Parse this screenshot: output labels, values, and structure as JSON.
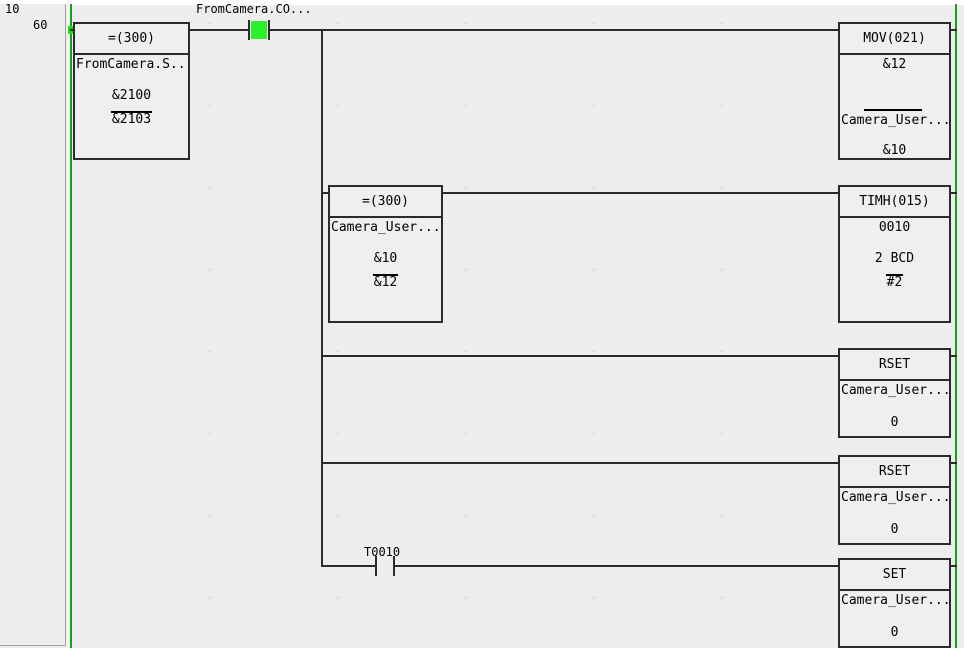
{
  "editor": {
    "rung_number": "10",
    "step_number": "60",
    "background_color": "#eeeeee",
    "rail_color": "#15a015",
    "wire_color": "#2b2b2b",
    "energized_color": "#2bf02b"
  },
  "contacts": [
    {
      "name": "contact-from-camera-co",
      "label": "FromCamera.CO...",
      "type": "normally-open",
      "energized": true
    },
    {
      "name": "contact-t0010",
      "label": "T0010",
      "type": "normally-open",
      "energized": false
    }
  ],
  "blocks": [
    {
      "name": "compare-from-camera-status",
      "header": "=(300)",
      "operands": [
        {
          "text": "FromCamera.S...",
          "align": "left",
          "overline": false
        },
        {
          "text": "&2100",
          "align": "center",
          "overline": false
        },
        {
          "text": "&2103",
          "align": "center",
          "overline": true
        }
      ]
    },
    {
      "name": "move-instruction",
      "header": "MOV(021)",
      "operands": [
        {
          "text": "&12",
          "align": "center",
          "overline": false
        },
        {
          "text": "Camera_User....",
          "align": "left",
          "overline": true
        },
        {
          "text": "&10",
          "align": "center",
          "overline": false
        }
      ]
    },
    {
      "name": "compare-camera-user",
      "header": "=(300)",
      "operands": [
        {
          "text": "Camera_User....",
          "align": "left",
          "overline": false
        },
        {
          "text": "&10",
          "align": "center",
          "overline": false
        },
        {
          "text": "&12",
          "align": "center",
          "overline": true
        }
      ]
    },
    {
      "name": "timer-high-speed",
      "header": "TIMH(015)",
      "operands": [
        {
          "text": "0010",
          "align": "center",
          "overline": false
        },
        {
          "text": "2 BCD",
          "align": "center",
          "overline": false
        },
        {
          "text": "#2",
          "align": "center",
          "overline": true
        }
      ]
    },
    {
      "name": "reset-instruction-1",
      "header": "RSET",
      "operands": [
        {
          "text": "Camera_User....",
          "align": "left",
          "overline": false
        },
        {
          "text": "0",
          "align": "center",
          "overline": false
        }
      ]
    },
    {
      "name": "reset-instruction-2",
      "header": "RSET",
      "operands": [
        {
          "text": "Camera_User....",
          "align": "left",
          "overline": false
        },
        {
          "text": "0",
          "align": "center",
          "overline": false
        }
      ]
    },
    {
      "name": "set-instruction",
      "header": "SET",
      "operands": [
        {
          "text": "Camera_User....",
          "align": "left",
          "overline": false
        },
        {
          "text": "0",
          "align": "center",
          "overline": false
        }
      ]
    }
  ]
}
